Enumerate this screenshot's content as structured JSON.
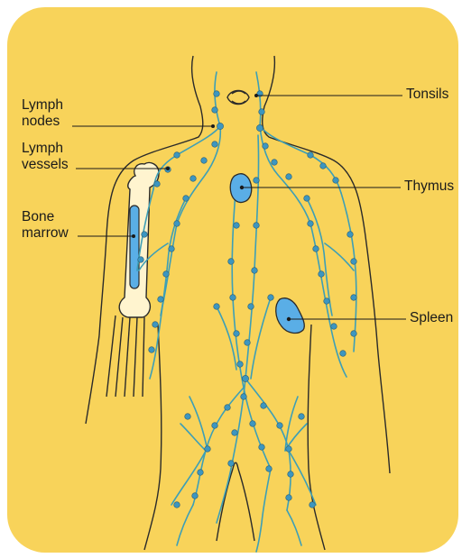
{
  "labels": {
    "lymph_nodes": [
      "Lymph",
      "nodes"
    ],
    "lymph_vessels": [
      "Lymph",
      "vessels"
    ],
    "bone_marrow": [
      "Bone",
      "marrow"
    ],
    "tonsils": "Tonsils",
    "thymus": "Thymus",
    "spleen": "Spleen"
  },
  "colors": {
    "background": "#f8d35a",
    "outline": "#2a2a2a",
    "vessel": "#3d9fb6",
    "node": "#3d96c0",
    "organ": "#5aaee6",
    "bone": "#fff4cf"
  }
}
